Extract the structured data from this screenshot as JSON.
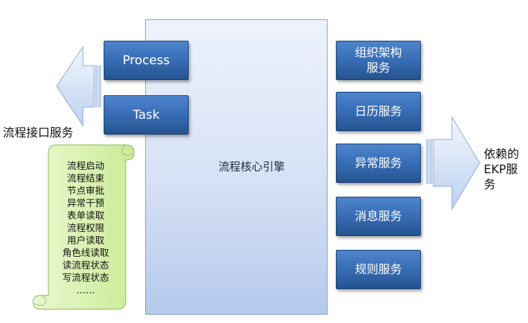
{
  "engine": {
    "label": "流程核心引擎"
  },
  "interface": {
    "label": "流程接口服务",
    "buttons": [
      "Process",
      "Task"
    ]
  },
  "services": [
    "组织架构\n服务",
    "日历服务",
    "异常服务",
    "消息服务",
    "规则服务"
  ],
  "dependency_label": "依赖的\nEKP服务",
  "capabilities": [
    "流程启动",
    "流程结束",
    "节点审批",
    "异常干预",
    "表单读取",
    "流程权限",
    "用户读取",
    "角色线读取",
    "读流程状态",
    "写流程状态",
    "……"
  ],
  "colors": {
    "box": "#3a6fb8",
    "engine": "#d5e1f5",
    "scroll": "#d9f2b3",
    "arrow": "#c9daf3"
  }
}
